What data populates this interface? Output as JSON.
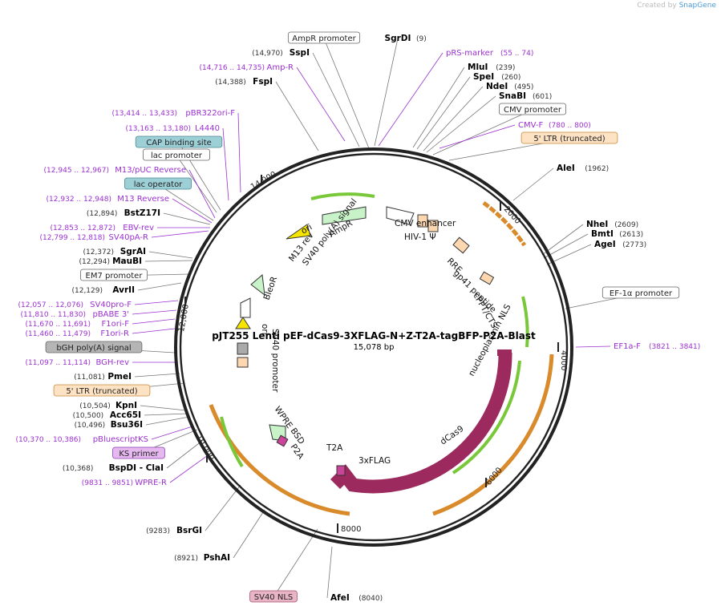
{
  "credit": {
    "prefix": "Created by",
    "brand": "SnapGene"
  },
  "plasmid": {
    "name": "pJT255 Lenti pEF-dCas9-3XFLAG-N+Z-T2A-tagBFP-P2A-Blast",
    "size": "15,078 bp"
  },
  "ticks": [
    "2000",
    "4000",
    "6000",
    "8000",
    "10,000",
    "12,000",
    "14,000"
  ],
  "labels": [
    {
      "name": "ampr-promoter-label",
      "text": "AmpR promoter",
      "style": "box"
    },
    {
      "name": "sgrdi-site",
      "text": "SgrDI",
      "pos": "(9)",
      "style": "site"
    },
    {
      "name": "prs-marker-label",
      "text": "pRS-marker",
      "pos": "(55 .. 74)",
      "style": "primer"
    },
    {
      "name": "sspi-site",
      "text": "SspI",
      "pos": "(14,970)",
      "style": "site"
    },
    {
      "name": "amp-r-label",
      "text": "Amp-R",
      "pos": "(14,716 .. 14,735)",
      "style": "primer"
    },
    {
      "name": "mlui-site",
      "text": "MluI",
      "pos": "(239)",
      "style": "site"
    },
    {
      "name": "spei-site",
      "text": "SpeI",
      "pos": "(260)",
      "style": "site"
    },
    {
      "name": "fspi-site",
      "text": "FspI",
      "pos": "(14,388)",
      "style": "site"
    },
    {
      "name": "ndei-site",
      "text": "NdeI",
      "pos": "(495)",
      "style": "site"
    },
    {
      "name": "snabi-site",
      "text": "SnaBI",
      "pos": "(601)",
      "style": "site"
    },
    {
      "name": "cmv-promoter-label",
      "text": "CMV promoter",
      "style": "box"
    },
    {
      "name": "pbr322ori-f-label",
      "text": "pBR322ori-F",
      "pos": "(13,414 .. 13,433)",
      "style": "primer"
    },
    {
      "name": "cmv-f-label",
      "text": "CMV-F",
      "pos": "(780 .. 800)",
      "style": "primer"
    },
    {
      "name": "l4440-label",
      "text": "L4440",
      "pos": "(13,163 .. 13,180)",
      "style": "primer"
    },
    {
      "name": "5ltr-top-label",
      "text": "5' LTR (truncated)",
      "style": "box-orange"
    },
    {
      "name": "cap-site-label",
      "text": "CAP binding site",
      "style": "box-teal"
    },
    {
      "name": "lac-promoter-label",
      "text": "lac promoter",
      "style": "box"
    },
    {
      "name": "alei-site",
      "text": "AleI",
      "pos": "(1962)",
      "style": "site"
    },
    {
      "name": "m13-puc-reverse-label",
      "text": "M13/pUC Reverse",
      "pos": "(12,945 .. 12,967)",
      "style": "primer"
    },
    {
      "name": "lac-operator-label",
      "text": "lac operator",
      "style": "box-teal"
    },
    {
      "name": "m13-reverse-label",
      "text": "M13 Reverse",
      "pos": "(12,932 .. 12,948)",
      "style": "primer"
    },
    {
      "name": "bstz17i-site",
      "text": "BstZ17I",
      "pos": "(12,894)",
      "style": "site"
    },
    {
      "name": "nhei-site",
      "text": "NheI",
      "pos": "(2609)",
      "style": "site"
    },
    {
      "name": "ebv-rev-label",
      "text": "EBV-rev",
      "pos": "(12,853 .. 12,872)",
      "style": "primer"
    },
    {
      "name": "bmti-site",
      "text": "BmtI",
      "pos": "(2613)",
      "style": "site"
    },
    {
      "name": "sv40pa-r-label",
      "text": "SV40pA-R",
      "pos": "(12,799 .. 12,818)",
      "style": "primer"
    },
    {
      "name": "agei-site",
      "text": "AgeI",
      "pos": "(2773)",
      "style": "site"
    },
    {
      "name": "sgrai-site",
      "text": "SgrAI",
      "pos": "(12,372)",
      "style": "site"
    },
    {
      "name": "maubi-site",
      "text": "MauBI",
      "pos": "(12,294)",
      "style": "site"
    },
    {
      "name": "em7-promoter-label",
      "text": "EM7 promoter",
      "style": "box"
    },
    {
      "name": "avrii-site",
      "text": "AvrII",
      "pos": "(12,129)",
      "style": "site"
    },
    {
      "name": "ef1a-promoter-label",
      "text": "EF-1α promoter",
      "style": "box"
    },
    {
      "name": "sv40pro-f-label",
      "text": "SV40pro-F",
      "pos": "(12,057 .. 12,076)",
      "style": "primer"
    },
    {
      "name": "pbabe3-label",
      "text": "pBABE 3'",
      "pos": "(11,810 .. 11,830)",
      "style": "primer"
    },
    {
      "name": "f1ori-f-label",
      "text": "F1ori-F",
      "pos": "(11,670 .. 11,691)",
      "style": "primer"
    },
    {
      "name": "f1ori-r-label",
      "text": "F1ori-R",
      "pos": "(11,460 .. 11,479)",
      "style": "primer"
    },
    {
      "name": "ef1a-f-label",
      "text": "EF1a-F",
      "pos": "(3821 .. 3841)",
      "style": "primer"
    },
    {
      "name": "bgh-polya-label",
      "text": "bGH poly(A) signal",
      "style": "box-gray"
    },
    {
      "name": "bgh-rev-label",
      "text": "BGH-rev",
      "pos": "(11,097 .. 11,114)",
      "style": "primer"
    },
    {
      "name": "pmei-site",
      "text": "PmeI",
      "pos": "(11,081)",
      "style": "site"
    },
    {
      "name": "5ltr-left-label",
      "text": "5' LTR (truncated)",
      "style": "box-orange"
    },
    {
      "name": "kpni-site",
      "text": "KpnI",
      "pos": "(10,504)",
      "style": "site"
    },
    {
      "name": "acc65i-site",
      "text": "Acc65I",
      "pos": "(10,500)",
      "style": "site"
    },
    {
      "name": "bsu36i-site",
      "text": "Bsu36I",
      "pos": "(10,496)",
      "style": "site"
    },
    {
      "name": "pbluescriptks-label",
      "text": "pBluescriptKS",
      "pos": "(10,370 .. 10,386)",
      "style": "primer"
    },
    {
      "name": "ks-primer-label",
      "text": "KS primer",
      "style": "box-violet"
    },
    {
      "name": "bspdi-clai-site",
      "text": "BspDI - ClaI",
      "pos": "(10,368)",
      "style": "site"
    },
    {
      "name": "wpre-r-label",
      "text": "WPRE-R",
      "pos": "(9831 .. 9851)",
      "style": "primer"
    },
    {
      "name": "bsrgi-site",
      "text": "BsrGI",
      "pos": "(9283)",
      "style": "site"
    },
    {
      "name": "pshai-site",
      "text": "PshAI",
      "pos": "(8921)",
      "style": "site"
    },
    {
      "name": "sv40-nls-label",
      "text": "SV40 NLS",
      "style": "box-pink"
    },
    {
      "name": "afei-site",
      "text": "AfeI",
      "pos": "(8040)",
      "style": "site"
    }
  ],
  "features": [
    {
      "name": "cmv-enhancer-feature",
      "text": "CMV enhancer"
    },
    {
      "name": "hiv1-psi-feature",
      "text": "HIV-1 Ψ"
    },
    {
      "name": "ampr-feature",
      "text": "AmpR"
    },
    {
      "name": "ori-feature",
      "text": "ori"
    },
    {
      "name": "m13-rev-feature",
      "text": "M13 rev"
    },
    {
      "name": "sv40-polya-feature",
      "text": "SV40 poly(A) signal"
    },
    {
      "name": "rre-feature",
      "text": "RRE"
    },
    {
      "name": "gp41-feature",
      "text": "gp41 peptide"
    },
    {
      "name": "cppt-feature",
      "text": "cPPT/CTS"
    },
    {
      "name": "bleor-feature",
      "text": "BleoR"
    },
    {
      "name": "sv40-ori-feature",
      "text": "ori"
    },
    {
      "name": "sv40-promoter-feature",
      "text": "SV40 promoter"
    },
    {
      "name": "nls-feature",
      "text": "nucleoplasmin NLS"
    },
    {
      "name": "dcas9-feature",
      "text": "dCas9"
    },
    {
      "name": "flag-feature",
      "text": "3xFLAG"
    },
    {
      "name": "t2a-feature",
      "text": "T2A"
    },
    {
      "name": "wpre-feature",
      "text": "WPRE"
    },
    {
      "name": "bsd-feature",
      "text": "BSD"
    },
    {
      "name": "p2a-feature",
      "text": "P2A"
    }
  ],
  "colors": {
    "site": "#000000",
    "pos": "#333333",
    "primer": "#9b30d0",
    "orange": "#d98a2b",
    "green": "#79c83a",
    "cas9": "#9c2a5e"
  }
}
